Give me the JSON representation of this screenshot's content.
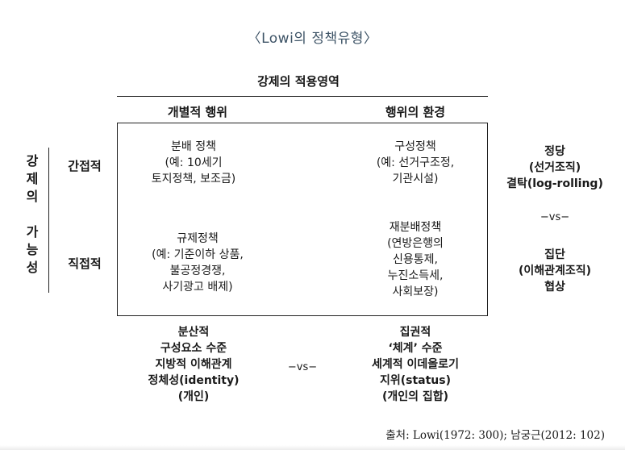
{
  "title": "〈Lowi의 정책유형〉",
  "top_axis": {
    "title": "강제의 적용영역",
    "left_column": "개별적 행위",
    "right_column": "행위의 환경"
  },
  "left_axis": {
    "title_chars": [
      "강",
      "제",
      "의",
      "",
      "가",
      "능",
      "성"
    ],
    "row_top": "간접적",
    "row_bottom": "직접적"
  },
  "cells": {
    "top_left": "분배 정책\n(예: 10세기\n토지정책, 보조금)",
    "top_right": "구성정책\n(예: 선거구조정,\n기관시설)",
    "bottom_left": "규제정책\n(예: 기준이하 상품,\n불공정경쟁,\n사기광고 배제)",
    "bottom_right": "재분배정책\n(연방은행의\n신용통제,\n누진소득세,\n사회보장)"
  },
  "right_side": {
    "top": "정당\n(선거조직)\n결탁(log-rolling)",
    "vs": "−vs−",
    "bottom": "집단\n(이해관계조직)\n협상"
  },
  "bottom_side": {
    "left": "분산적\n구성요소 수준\n지방적 이해관계\n정체성(identity)\n(개인)",
    "vs": "−vs−",
    "right": "집권적\n‘체계’ 수준\n세계적 이데올로기\n지위(status)\n(개인의 집합)"
  },
  "source": "출처: Lowi(1972: 300); 남궁근(2012: 102)"
}
